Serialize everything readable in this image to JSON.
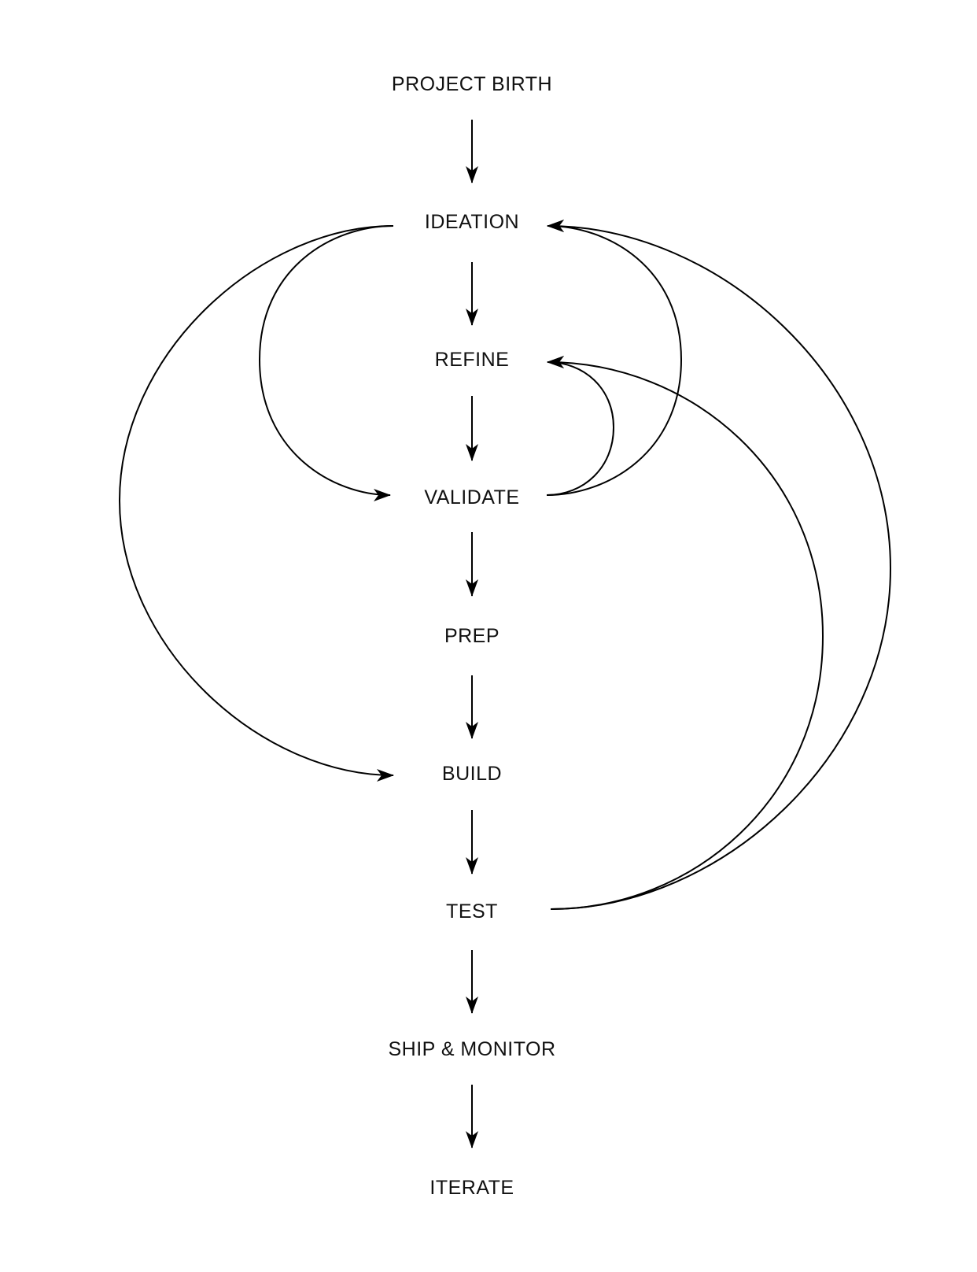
{
  "diagram": {
    "type": "flow-diagram",
    "line_color": "#000000",
    "text_color": "#111111",
    "background": "#ffffff",
    "nodes": [
      {
        "id": "project-birth",
        "label": "PROJECT BIRTH"
      },
      {
        "id": "ideation",
        "label": "IDEATION"
      },
      {
        "id": "refine",
        "label": "REFINE"
      },
      {
        "id": "validate",
        "label": "VALIDATE"
      },
      {
        "id": "prep",
        "label": "PREP"
      },
      {
        "id": "build",
        "label": "BUILD"
      },
      {
        "id": "test",
        "label": "TEST"
      },
      {
        "id": "ship-monitor",
        "label": "SHIP & MONITOR"
      },
      {
        "id": "iterate",
        "label": "ITERATE"
      }
    ],
    "sequential_edges": [
      {
        "from": "project-birth",
        "to": "ideation"
      },
      {
        "from": "ideation",
        "to": "refine"
      },
      {
        "from": "refine",
        "to": "validate"
      },
      {
        "from": "validate",
        "to": "prep"
      },
      {
        "from": "prep",
        "to": "build"
      },
      {
        "from": "build",
        "to": "test"
      },
      {
        "from": "test",
        "to": "ship-monitor"
      },
      {
        "from": "ship-monitor",
        "to": "iterate"
      }
    ],
    "loop_edges": [
      {
        "from": "ideation",
        "to": "validate",
        "side": "left"
      },
      {
        "from": "ideation",
        "to": "build",
        "side": "left"
      },
      {
        "from": "validate",
        "to": "ideation",
        "side": "right"
      },
      {
        "from": "validate",
        "to": "refine",
        "side": "right"
      },
      {
        "from": "test",
        "to": "refine",
        "side": "right"
      },
      {
        "from": "test",
        "to": "ideation",
        "side": "right"
      }
    ]
  }
}
